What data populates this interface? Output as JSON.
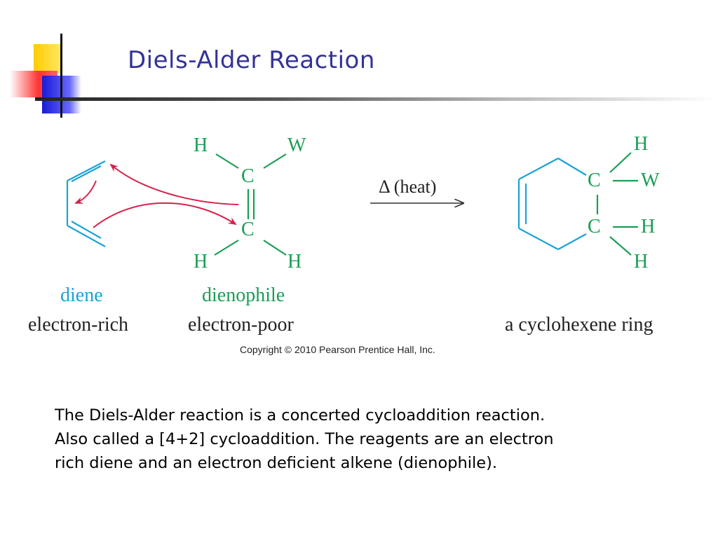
{
  "title": "Diels-Alder Reaction",
  "colors": {
    "title": "#333399",
    "diene": "#1aa3d6",
    "dienophile": "#1a9e55",
    "arrows": "#d6224a"
  },
  "diagram": {
    "dienophile_atoms": {
      "top_left": "H",
      "top_right": "W",
      "upper_carbon": "C",
      "lower_carbon": "C",
      "bottom_left": "H",
      "bottom_right": "H"
    },
    "condition": "Δ (heat)",
    "product_atoms": {
      "c1": "C",
      "c2": "C",
      "h_top": "H",
      "w": "W",
      "h_mid": "H",
      "h_bottom": "H"
    },
    "labels": {
      "diene": "diene",
      "diene_desc": "electron-rich",
      "dienophile": "dienophile",
      "dienophile_desc": "electron-poor",
      "product": "a cyclohexene ring"
    }
  },
  "copyright": "Copyright © 2010 Pearson Prentice Hall, Inc.",
  "body_lines": [
    "The Diels-Alder reaction is a concerted cycloaddition reaction.",
    "Also called a [4+2] cycloaddition.  The reagents are an electron",
    "rich diene and an electron deficient alkene (dienophile)."
  ]
}
